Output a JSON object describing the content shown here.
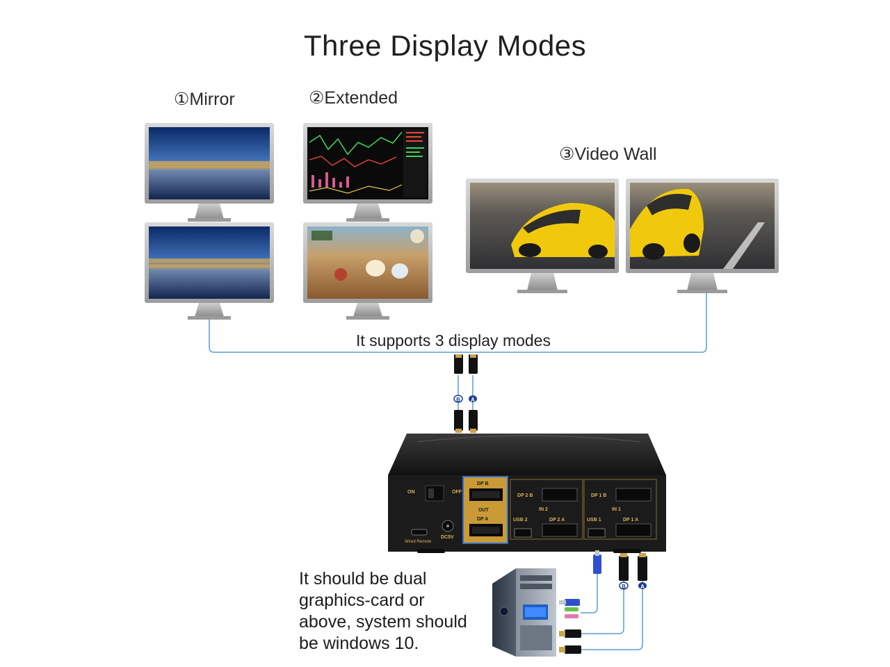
{
  "title": "Three Display Modes",
  "modes": [
    {
      "label": "①Mirror"
    },
    {
      "label": "②Extended"
    },
    {
      "label": "③Video Wall"
    }
  ],
  "support_text": "It supports 3 display modes",
  "cable_labels": {
    "b": "B",
    "a": "A"
  },
  "kvm": {
    "power_on": "ON",
    "power_off": "OFF",
    "wired_remote": "Wired Remote",
    "dc": "DC5V",
    "out_dp_b": "DP B",
    "out_label": "OUT",
    "out_dp_a": "DP A",
    "in2_dp_b": "DP 2 B",
    "in2_label": "IN 2",
    "in2_usb": "USB 2",
    "in2_dp_a": "DP 2 A",
    "in1_dp_b": "DP 1 B",
    "in1_label": "IN 1",
    "in1_usb": "USB 1",
    "in1_dp_a": "DP 1 A"
  },
  "note_lines": [
    "It should be dual",
    "graphics-card or",
    "above, system should",
    "be windows 10."
  ]
}
